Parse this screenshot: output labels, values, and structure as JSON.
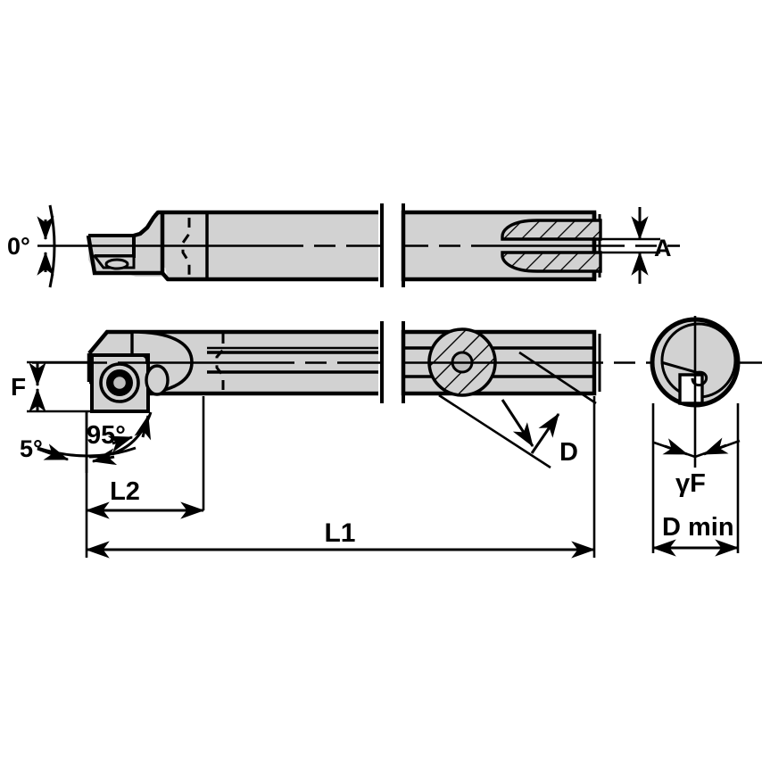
{
  "drawing": {
    "title": "Boring bar tool holder technical drawing",
    "background_color": "#ffffff",
    "line_color": "#000000",
    "body_fill_color": "#d2d2d2",
    "screw_fill_color": "#bfbfbf"
  },
  "views": {
    "top": {
      "name": "Top view (plan) - boring bar with coolant bore",
      "break_present": true
    },
    "side": {
      "name": "Side view (elevation) - boring bar with insert seat",
      "break_present": true
    },
    "end": {
      "name": "End view - circular section through shank"
    }
  },
  "annotations": {
    "lead_angle_top": "0°",
    "dim_a": "A",
    "dim_f": "F",
    "angle_95": "95°",
    "angle_5": "5°",
    "dim_l2": "L2",
    "dim_l1": "L1",
    "dim_d": "D",
    "dim_gamma_f": "γF",
    "dim_dmin": "D min"
  }
}
